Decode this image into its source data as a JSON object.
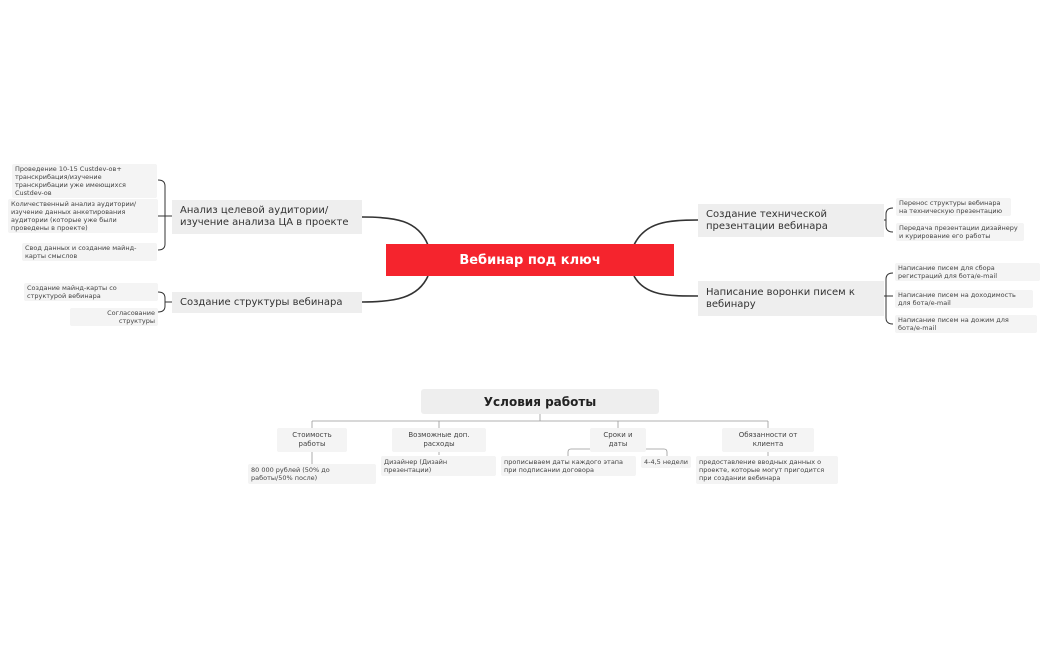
{
  "mindmap": {
    "central": "Вебинар под ключ",
    "branches": [
      {
        "label": "Анализ целевой аудитории/ изучение анализа ЦА в проекте",
        "items": [
          "Проведение 10-15 Custdev-ов+ транскрибация/изучение транскрибации уже имеющихся Custdev-ов",
          "Количественный анализ аудитории/ изучение данных анкетирования аудитории (которые уже были проведены в проекте)",
          "Свод данных и создание майнд-карты смыслов"
        ]
      },
      {
        "label": "Создание структуры вебинара",
        "items": [
          "Создание майнд-карты со структурой вебинара",
          "Согласование структуры"
        ]
      },
      {
        "label": "Создание технической презентации вебинара",
        "items": [
          "Перенос структуры вебинара на техническую презентацию",
          "Передача презентации дизайнеру и курирование его работы"
        ]
      },
      {
        "label": "Написание воронки писем к вебинару",
        "items": [
          "Написание писем для сбора регистраций для бота/e-mail",
          "Написание писем на доходимость для бота/e-mail",
          "Написание писем на дожим для бота/e-mail"
        ]
      }
    ]
  },
  "conditions": {
    "title": "Условия работы",
    "categories": [
      {
        "label": "Стоимость  работы",
        "items": [
          "80 000 рублей (50% до работы/50% после)"
        ]
      },
      {
        "label": "Возможные доп. расходы",
        "items": [
          "Дизайнер (Дизайн презентации)"
        ]
      },
      {
        "label": "Сроки и даты",
        "items": [
          "прописываем даты каждого этапа при подписании договора",
          "4-4,5 недели"
        ]
      },
      {
        "label": "Обязанности от клиента",
        "items": [
          "предоставление вводных данных о проекте, которые могут пригодится при создании вебинара"
        ]
      }
    ]
  },
  "colors": {
    "central": "#f5242d",
    "line": "#333333",
    "node_bg": "#eeeeee"
  }
}
